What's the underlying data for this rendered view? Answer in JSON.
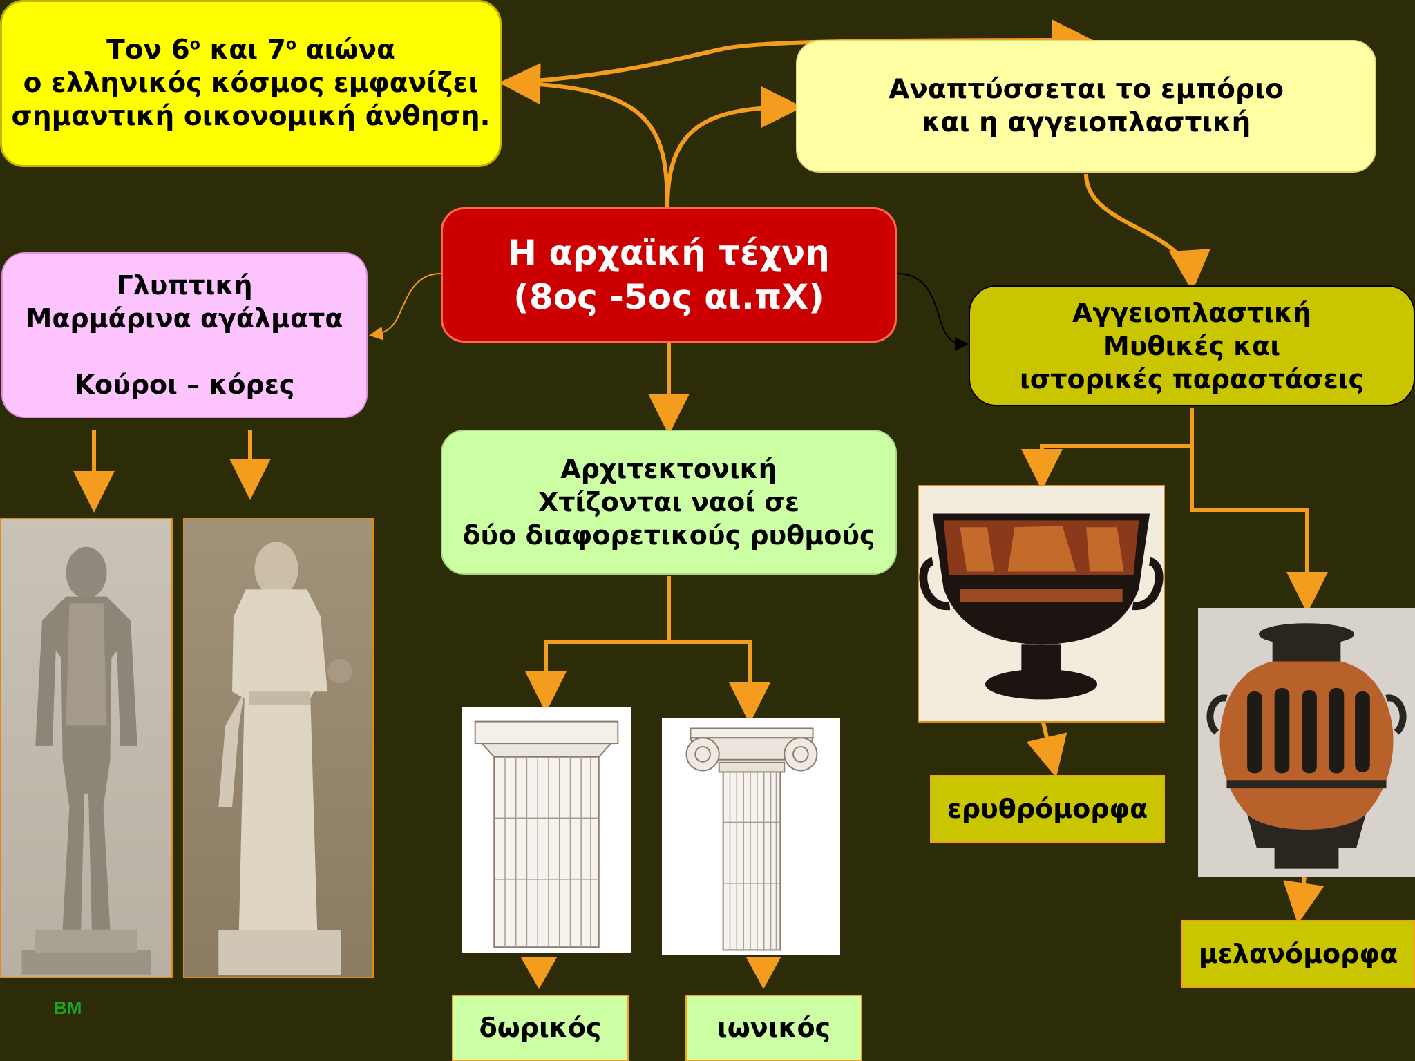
{
  "title_box": {
    "line1_prefix": "Τον 6",
    "line1_sup1": "ο",
    "line1_mid": " και 7",
    "line1_sup2": "ο",
    "line1_suffix": " αιώνα",
    "line2": "ο ελληνικός κόσμος εμφανίζει",
    "line3": "σημαντική οικονομική άνθηση."
  },
  "trade_box": {
    "line1": "Αναπτύσσεται το εμπόριο",
    "line2": "και η αγγειοπλαστική"
  },
  "center_box": {
    "line1": "Η αρχαϊκή τέχνη",
    "line2": "(8ος -5ος αι.πΧ)"
  },
  "sculpture_box": {
    "line1": "Γλυπτική",
    "line2": "Μαρμάρινα αγάλματα",
    "line3": "Κούροι – κόρες"
  },
  "pottery_box": {
    "line1": "Αγγειοπλαστική",
    "line2": "Μυθικές και",
    "line3": "ιστορικές παραστάσεις"
  },
  "architecture_box": {
    "line1": "Αρχιτεκτονική",
    "line2": "Χτίζονται ναοί σε",
    "line3": "δύο διαφορετικούς  ρυθμούς"
  },
  "labels": {
    "doric": "δωρικός",
    "ionic": "ιωνικός",
    "red_figure": "ερυθρόμορφα",
    "black_figure": "μελανόμορφα"
  },
  "watermark": "BM",
  "colors": {
    "background": "#2d2c08",
    "arrow": "#f39c1e",
    "center_box": "#cc0000",
    "title_box": "#ffff00",
    "trade_box": "#ffffa3",
    "sculpture_box": "#fdc3ff",
    "pottery_box": "#c9c600",
    "architecture_box": "#ccffa3"
  }
}
